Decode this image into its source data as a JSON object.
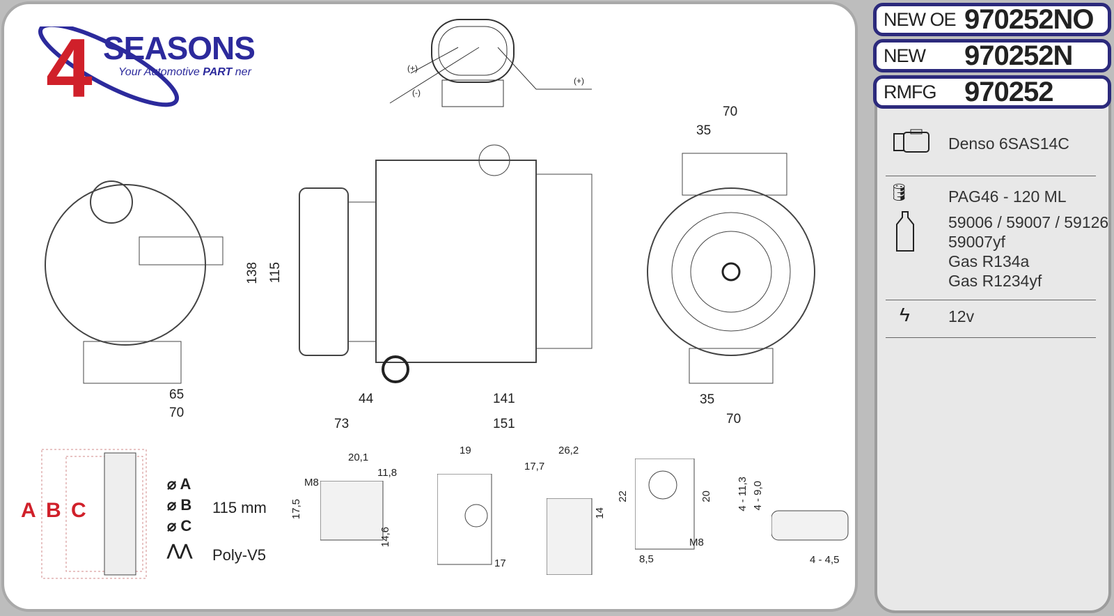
{
  "brand": {
    "name": "SEASONS",
    "number": "4",
    "tagline_pre": "Your Automotive ",
    "tagline_bold": "PART",
    "tagline_post": " ner",
    "colors": {
      "red": "#d0202a",
      "blue": "#2c2a9c"
    }
  },
  "part_numbers": [
    {
      "label": "NEW OE",
      "value": "970252NO"
    },
    {
      "label": "NEW",
      "value": "970252N"
    },
    {
      "label": "RMFG",
      "value": "970252"
    }
  ],
  "specs": {
    "compressor_model": "Denso 6SAS14C",
    "oil": "PAG46 - 120 ML",
    "oil_refs": [
      "59006 / 59007 / 59126",
      "59007yf",
      "Gas R134a",
      "Gas R1234yf"
    ],
    "voltage": "12v"
  },
  "connector": {
    "pins": [
      "(+)",
      "(-)",
      "(+)"
    ]
  },
  "dimensions": {
    "left_view": {
      "w1": "65",
      "w2": "70"
    },
    "side_view": {
      "h1": "138",
      "h2": "115",
      "l1": "44",
      "l2": "141",
      "l3": "73",
      "l4": "151"
    },
    "front_view": {
      "top1": "70",
      "top2": "35",
      "bot1": "35",
      "bot2": "70"
    }
  },
  "pulley": {
    "labels": [
      "A",
      "B",
      "C"
    ],
    "diameter_symbols": [
      "A",
      "B",
      "C"
    ],
    "diameter": "115 mm",
    "belt": "Poly-V5"
  },
  "details": {
    "d1": {
      "a": "20,1",
      "b": "11,8",
      "c": "M8",
      "d": "17,5",
      "e": "14,6"
    },
    "d2": {
      "a": "19",
      "b": "17"
    },
    "d3": {
      "a": "26,2",
      "b": "17,7",
      "c": "14"
    },
    "d4": {
      "a": "22",
      "b": "20",
      "c": "M8",
      "d": "8,5"
    },
    "d5": {
      "a": "4 - 11,3",
      "b": "4 - 9,0",
      "c": "4 - 4,5"
    }
  }
}
